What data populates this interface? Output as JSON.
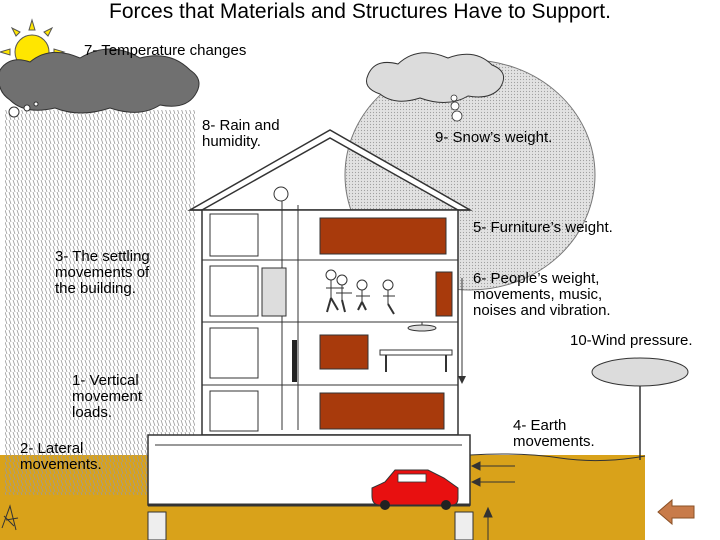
{
  "title": "Forces that Materials and Structures Have to Support.",
  "labels": {
    "temperature": "7- Temperature changes",
    "rain": "8- Rain and\nhumidity.",
    "snow": "9- Snow’s weight.",
    "furniture": "5- Furniture’s weight.",
    "settling": "3- The settling\nmovements of\nthe building.",
    "people": "6- People’s weight,\nmovements, music,\nnoises and vibration.",
    "wind": "10-Wind pressure.",
    "vertical": "1- Vertical\nmovement\nloads.",
    "lateral": "2- Lateral\nmovements.",
    "earth": "4- Earth\nmovements."
  },
  "colors": {
    "furniture": "#a83a0c",
    "car": "#e81010",
    "ground": "#d9a21a",
    "sun": "#ffe600",
    "cloud": "#dcdcdc",
    "arrow": "#c87b4a"
  }
}
